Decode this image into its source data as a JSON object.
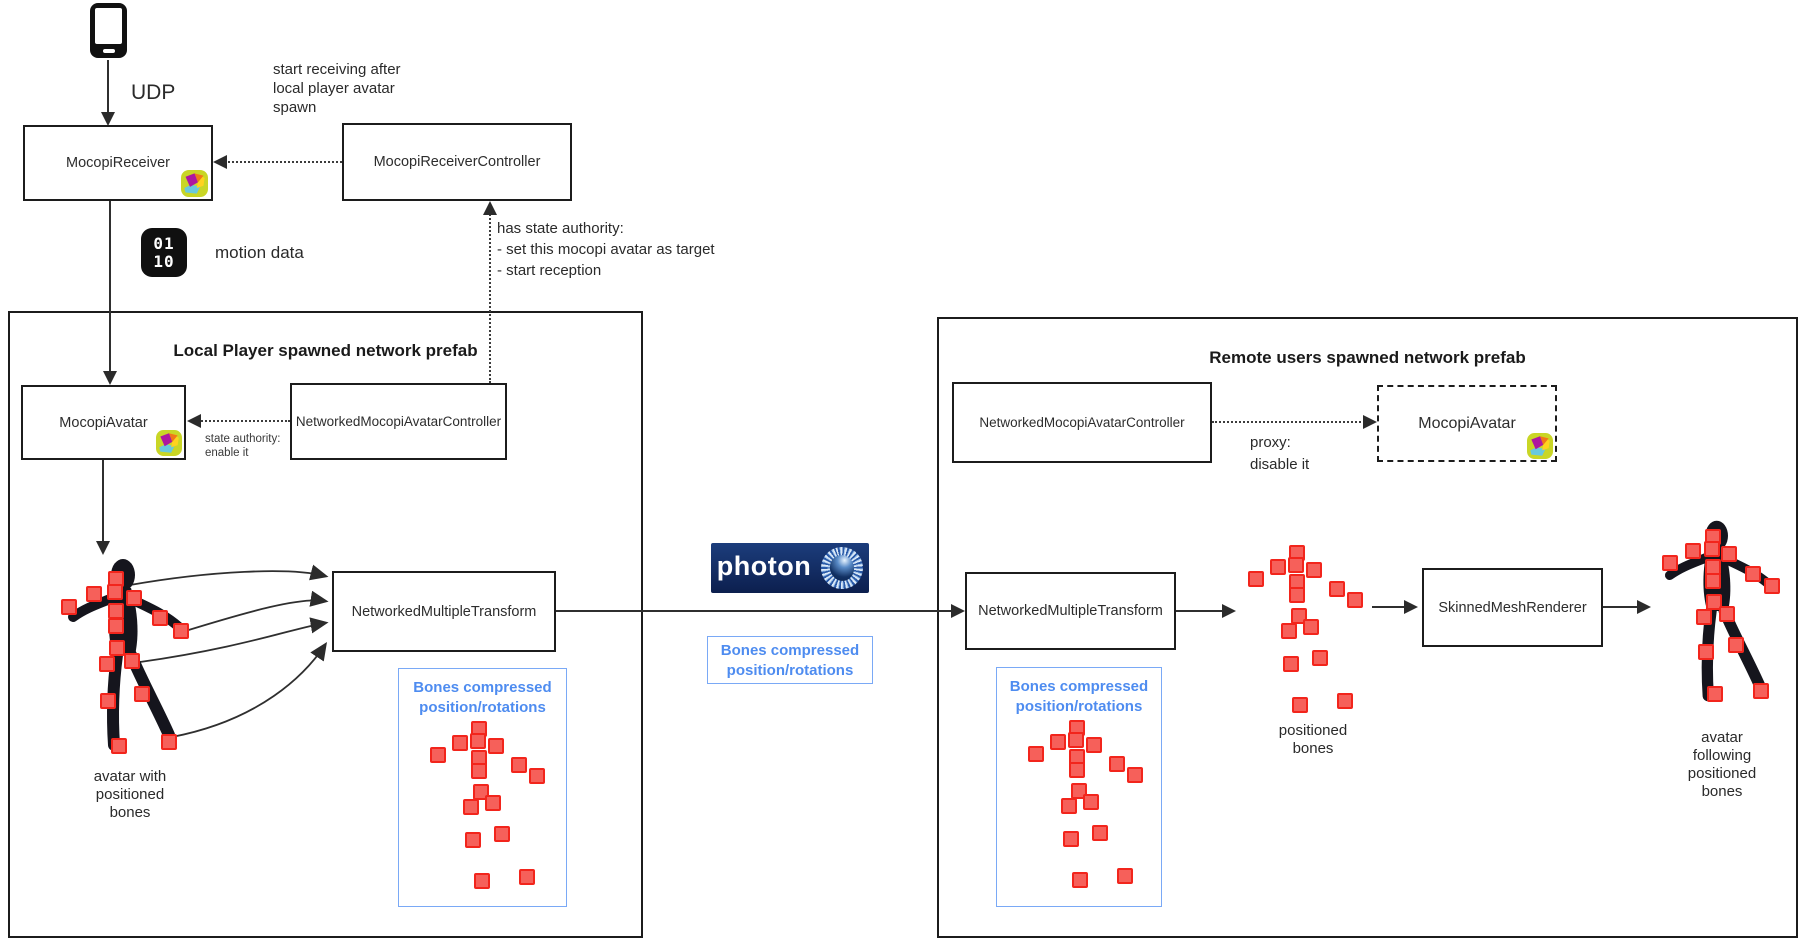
{
  "top": {
    "udp_label": "UDP",
    "mocopi_receiver": "MocopiReceiver",
    "mocopi_receiver_controller": "MocopiReceiverController",
    "start_receiving_note": [
      "start receiving after",
      "local player avatar",
      "spawn"
    ],
    "binary_icon_lines": [
      "01",
      "10"
    ],
    "motion_data_label": "motion data",
    "state_authority_note": [
      "has state authority:",
      "- set this mocopi avatar as target",
      "- start reception"
    ]
  },
  "local": {
    "title": "Local Player spawned network prefab",
    "mocopi_avatar": "MocopiAvatar",
    "controller": "NetworkedMocopiAvatarController",
    "state_authority_label": [
      "state authority:",
      "enable it"
    ],
    "transform": "NetworkedMultipleTransform",
    "bones_box_title": [
      "Bones compressed",
      "position/rotations"
    ],
    "avatar_caption": [
      "avatar with",
      "positioned",
      "bones"
    ]
  },
  "middle": {
    "photon_label": "photon",
    "bones_label": [
      "Bones compressed",
      "position/rotations"
    ]
  },
  "remote": {
    "title": "Remote users spawned network prefab",
    "controller": "NetworkedMocopiAvatarController",
    "proxy_label": [
      "proxy:",
      "disable it"
    ],
    "mocopi_avatar": "MocopiAvatar",
    "transform": "NetworkedMultipleTransform",
    "bones_box_title": [
      "Bones compressed",
      "position/rotations"
    ],
    "positioned_bones_label": [
      "positioned",
      "bones"
    ],
    "skinned_mesh_renderer": "SkinnedMeshRenderer",
    "avatar_caption": [
      "avatar",
      "following",
      "positioned",
      "bones"
    ]
  },
  "colors": {
    "bone_fill": "#f6605a",
    "bone_border": "#f2251c",
    "blue_border": "#7aa9f6",
    "blue_text": "#4e8cf0",
    "photon_navy": "#0c1f4e",
    "line": "#2f2f2f"
  },
  "bones_pattern": [
    [
      0.43,
      0.05
    ],
    [
      0.26,
      0.13
    ],
    [
      0.42,
      0.12
    ],
    [
      0.57,
      0.15
    ],
    [
      0.07,
      0.2
    ],
    [
      0.43,
      0.22
    ],
    [
      0.77,
      0.26
    ],
    [
      0.43,
      0.3
    ],
    [
      0.93,
      0.33
    ],
    [
      0.44,
      0.42
    ],
    [
      0.36,
      0.51
    ],
    [
      0.55,
      0.49
    ],
    [
      0.63,
      0.67
    ],
    [
      0.37,
      0.71
    ],
    [
      0.45,
      0.95
    ],
    [
      0.84,
      0.93
    ]
  ]
}
